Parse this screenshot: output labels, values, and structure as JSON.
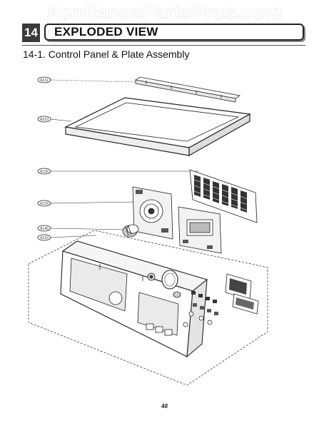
{
  "watermark": "AppliancePartsPros.com",
  "chapter": {
    "number": "14",
    "title": "EXPLODED VIEW"
  },
  "section": {
    "title": "14-1. Control Panel & Plate Assembly"
  },
  "callouts": [
    {
      "id": "callout-a211",
      "label": "A211"
    },
    {
      "id": "callout-a210",
      "label": "A210"
    },
    {
      "id": "callout-a130",
      "label": "A130"
    },
    {
      "id": "callout-a120",
      "label": "A120"
    },
    {
      "id": "callout-a140",
      "label": "A140"
    },
    {
      "id": "callout-a110",
      "label": "A110"
    }
  ],
  "page": {
    "number": "48"
  }
}
